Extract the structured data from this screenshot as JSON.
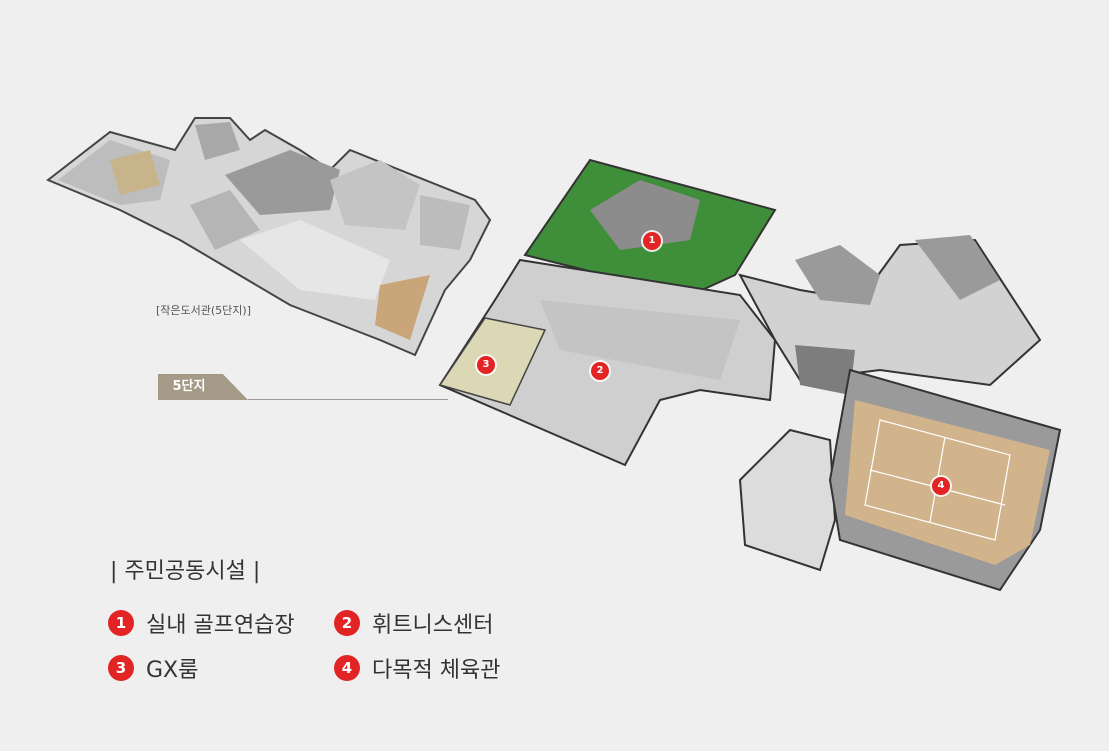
{
  "map": {
    "library_caption": "[작은도서관(5단지)]",
    "block_tag": "5단지",
    "pins": [
      "1",
      "2",
      "3",
      "4"
    ]
  },
  "legend": {
    "title": "| 주민공동시설 |",
    "items": [
      {
        "num": "1",
        "label": "실내 골프연습장"
      },
      {
        "num": "2",
        "label": "휘트니스센터"
      },
      {
        "num": "3",
        "label": "GX룸"
      },
      {
        "num": "4",
        "label": "다목적 체육관"
      }
    ]
  },
  "colors": {
    "background": "#efefef",
    "accent_red": "#e22424",
    "tag_bg": "#a59a88",
    "golf_green": "#3f8f3a",
    "gym_wood": "#d2b48c"
  }
}
